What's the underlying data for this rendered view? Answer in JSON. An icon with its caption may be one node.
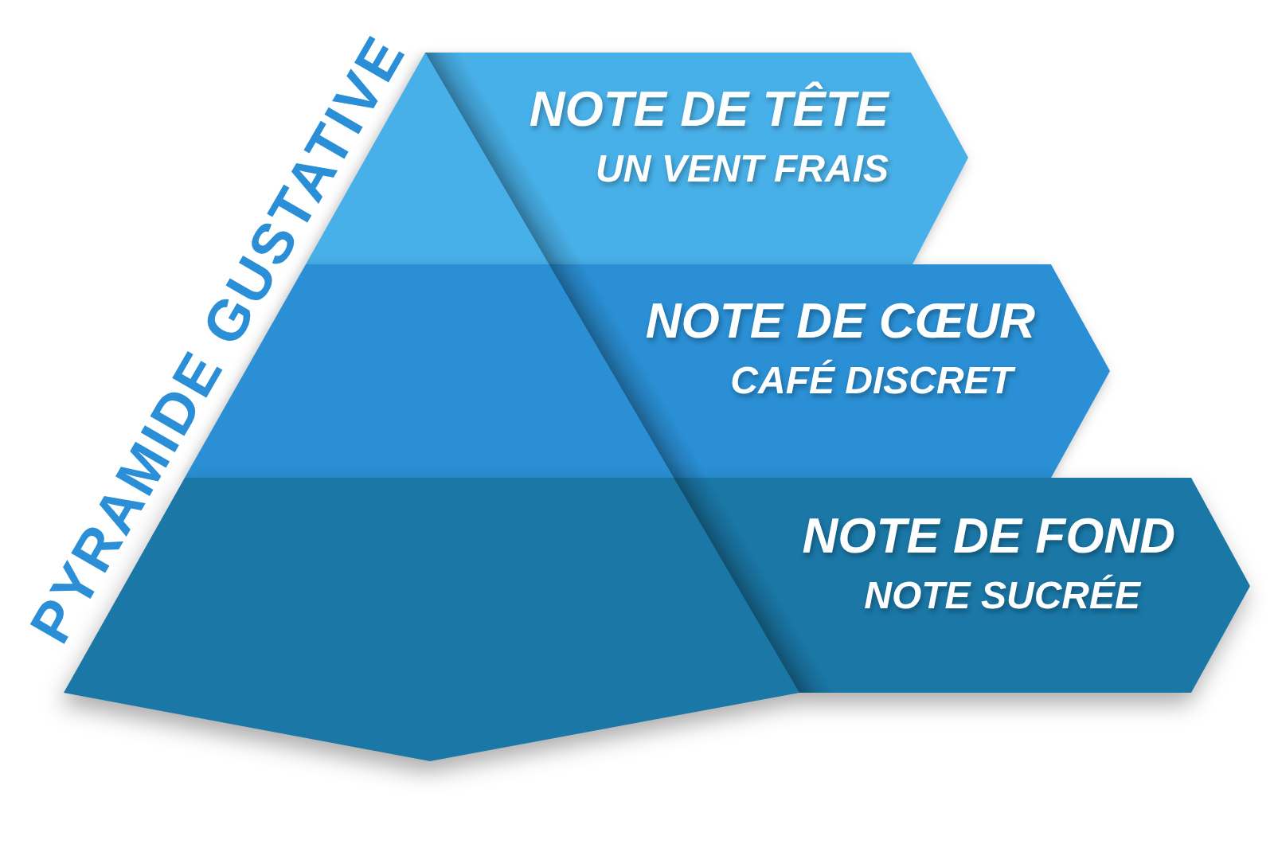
{
  "diagram": {
    "title": "PYRAMIDE GUSTATIVE",
    "nodes": [
      {
        "text": [
          "NOTE DE TÊTE",
          "UN VENT FRAIS"
        ]
      },
      {
        "text": [
          "NOTE DE CŒUR",
          "CAFÉ DISCRET"
        ]
      },
      {
        "text": [
          "NOTE DE FOND",
          "NOTE SUCRÉE"
        ]
      }
    ]
  }
}
